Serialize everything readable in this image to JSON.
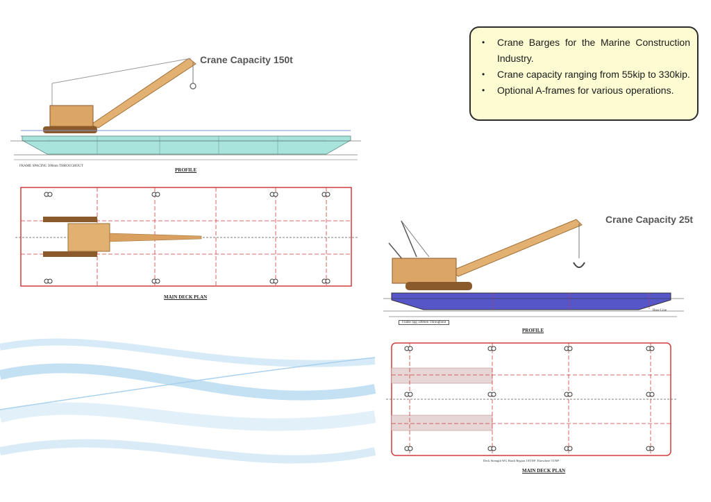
{
  "callout": {
    "bullets": [
      "Crane Barges for the Marine Construction Industry.",
      "Crane capacity ranging from 55kip to 330kip.",
      "Optional A-frames for various operations."
    ]
  },
  "barge_large": {
    "capacity_label": "Crane Capacity 150t",
    "frame_note": "FRAME SPACING 500mm THROUGHOUT",
    "profile_title": "PROFILE",
    "deck_title": "MAIN DECK PLAN"
  },
  "barge_small": {
    "capacity_label": "Crane Capacity 25t",
    "frame_note": "Frame Spg 500mm Throughout",
    "profile_title": "PROFILE",
    "deck_title": "MAIN DECK PLAN",
    "deck_note": "Deck Strength WG Hatch Region 10T/M², Elsewhere 5T/M²",
    "base_line": "Base Line"
  },
  "colors": {
    "hull_teal": "#a8e3dc",
    "hull_blue": "#5656c8",
    "outline_red": "#d23a3a",
    "crane_tan": "#d9a060",
    "callout_bg": "#fdfbd2"
  }
}
